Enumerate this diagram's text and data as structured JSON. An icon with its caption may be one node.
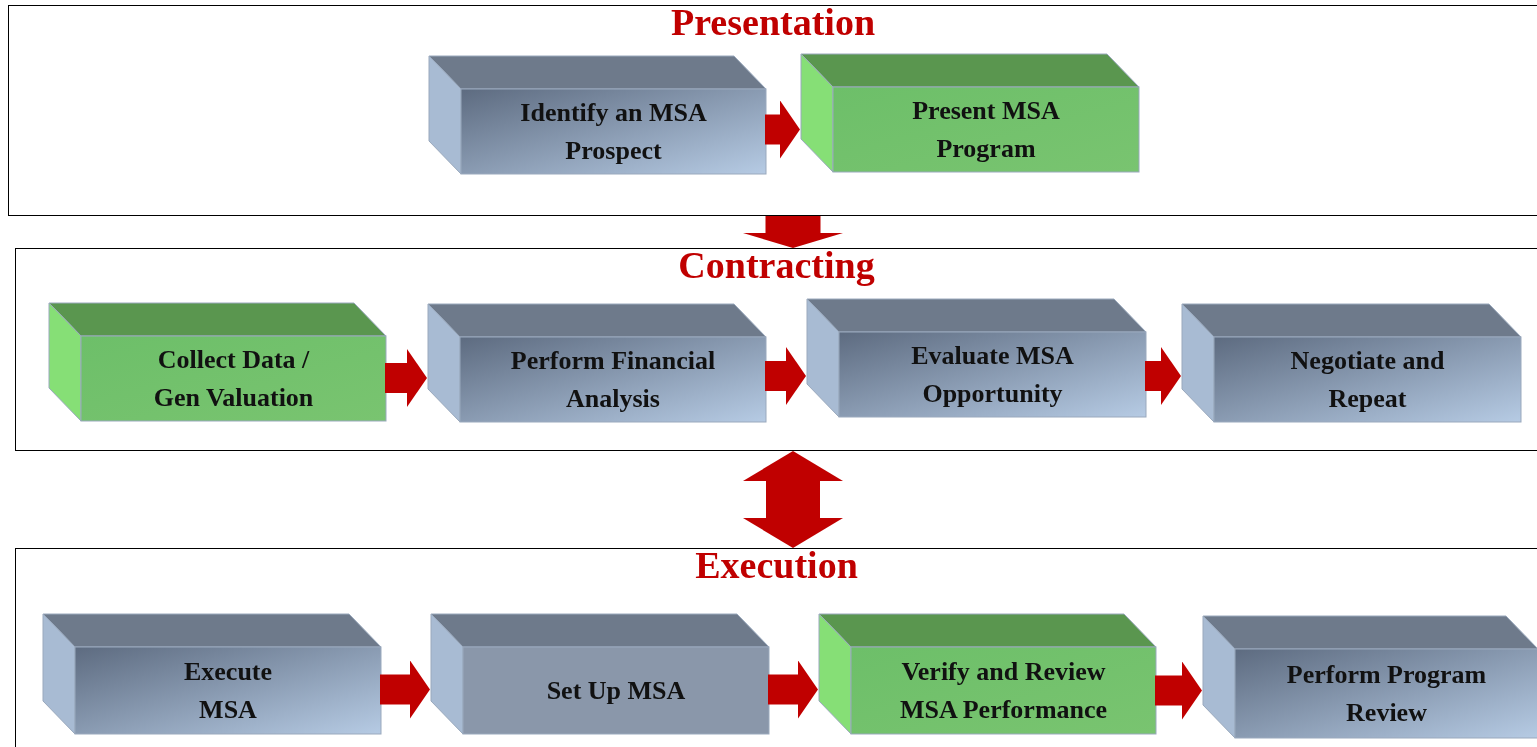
{
  "diagram": {
    "nodes": [
      {
        "text": [
          "Presentation"
        ]
      },
      {
        "text": [
          "Identify an MSA Prospect"
        ],
        "in": 0
      },
      {
        "text": [
          "Present MSA Program"
        ],
        "in": 0
      },
      {
        "text": [
          "Contracting"
        ]
      },
      {
        "text": [
          "Collect Data / Gen Valuation"
        ],
        "in": 3
      },
      {
        "text": [
          "Perform Financial Analysis"
        ],
        "in": 3
      },
      {
        "text": [
          "Evaluate MSA Opportunity"
        ],
        "in": 3
      },
      {
        "text": [
          "Negotiate and Repeat"
        ],
        "in": 3
      },
      {
        "text": [
          "Execution"
        ]
      },
      {
        "text": [
          "Execute MSA"
        ],
        "in": 8
      },
      {
        "text": [
          "Set Up MSA"
        ],
        "in": 8
      },
      {
        "text": [
          "Verify and Review MSA Performance"
        ],
        "in": 8
      },
      {
        "text": [
          "Perform Program Review"
        ],
        "in": 8
      }
    ],
    "edges": [
      {
        "from": 1,
        "to": 2,
        "arrow": "to"
      },
      {
        "from": 0,
        "to": 3,
        "arrow": "to",
        "style": "thick"
      },
      {
        "from": 4,
        "to": 5,
        "arrow": "to"
      },
      {
        "from": 5,
        "to": 6,
        "arrow": "to"
      },
      {
        "from": 6,
        "to": 7,
        "arrow": "to"
      },
      {
        "from": 3,
        "to": 8,
        "arrow": "both",
        "style": "thick"
      },
      {
        "from": 9,
        "to": 10,
        "arrow": "to"
      },
      {
        "from": 10,
        "to": 11,
        "arrow": "to"
      },
      {
        "from": 11,
        "to": 12,
        "arrow": "to"
      }
    ]
  }
}
